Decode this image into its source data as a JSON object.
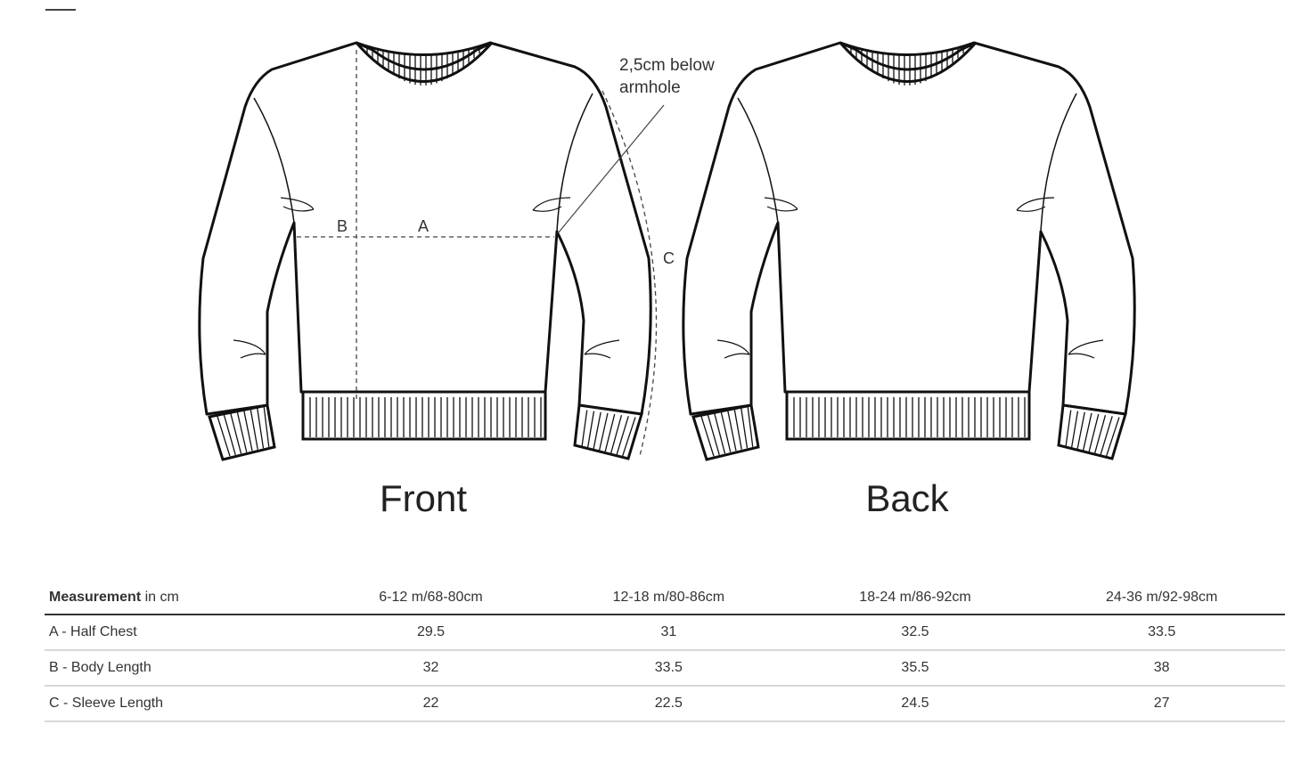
{
  "diagram": {
    "annotation": [
      "2,5cm below",
      "armhole"
    ],
    "labels": {
      "a": "A",
      "b": "B",
      "c": "C"
    },
    "views": {
      "front": "Front",
      "back": "Back"
    }
  },
  "table": {
    "header_bold": "Measurement",
    "header_rest": " in cm",
    "sizes": [
      "6-12 m/68-80cm",
      "12-18 m/80-86cm",
      "18-24 m/86-92cm",
      "24-36 m/92-98cm"
    ],
    "rows": [
      {
        "label": "A - Half Chest",
        "values": [
          "29.5",
          "31",
          "32.5",
          "33.5"
        ]
      },
      {
        "label": "B - Body Length",
        "values": [
          "32",
          "33.5",
          "35.5",
          "38"
        ]
      },
      {
        "label": "C - Sleeve Length",
        "values": [
          "22",
          "22.5",
          "24.5",
          "27"
        ]
      }
    ]
  }
}
